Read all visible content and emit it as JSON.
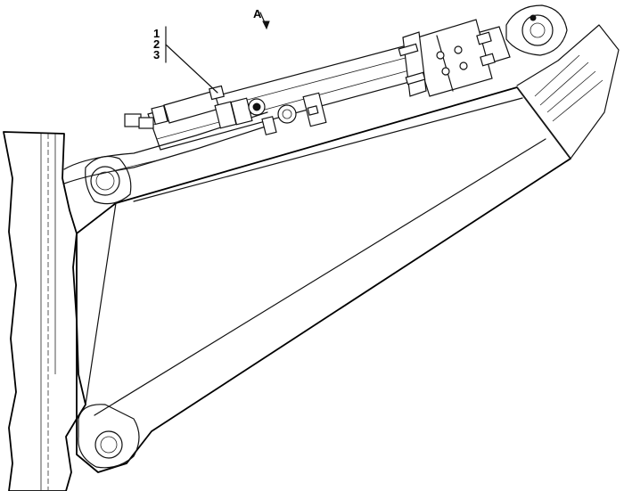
{
  "drawing": {
    "view_label": "A",
    "callouts": [
      {
        "number": "1"
      },
      {
        "number": "2"
      },
      {
        "number": "3"
      }
    ]
  }
}
